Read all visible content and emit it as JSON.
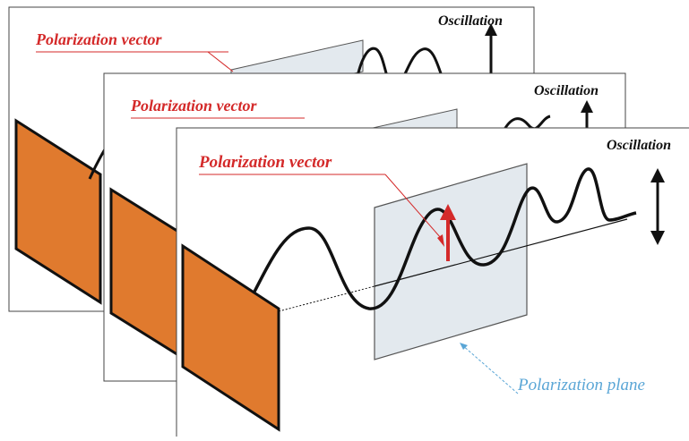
{
  "panels": [
    {
      "pol_vector": "Polarization vector",
      "oscillation": "Oscillation"
    },
    {
      "pol_vector": "Polarization vector",
      "oscillation": "Oscillation"
    },
    {
      "pol_vector": "Polarization vector",
      "oscillation": "Oscillation",
      "pol_plane": "Polarization plane"
    }
  ],
  "colors": {
    "source_fill": "#e07a2e",
    "vector_red": "#d42a2a",
    "plane_label_blue": "#5aa6d6",
    "plane_fill": "#e3e9ee"
  }
}
